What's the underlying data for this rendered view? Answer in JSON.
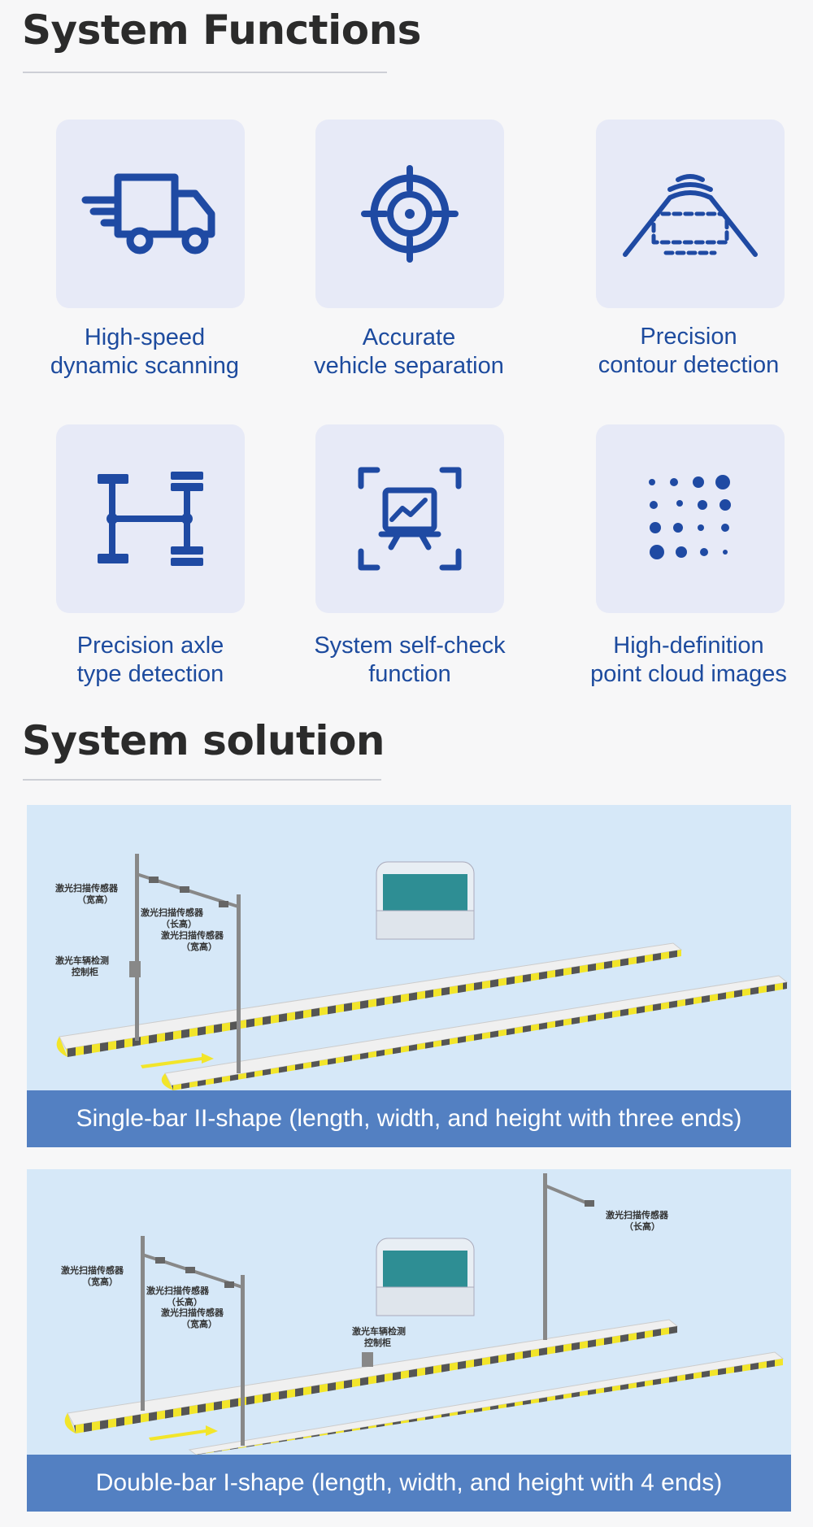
{
  "functions": {
    "title": "System Functions",
    "items": [
      {
        "icon": "truck-icon",
        "line1": "High-speed",
        "line2": "dynamic scanning"
      },
      {
        "icon": "crosshair-icon",
        "line1": "Accurate",
        "line2": "vehicle separation"
      },
      {
        "icon": "contour-scan-icon",
        "line1": "Precision",
        "line2": "contour detection"
      },
      {
        "icon": "axle-icon",
        "line1": "Precision axle",
        "line2": "type detection"
      },
      {
        "icon": "self-check-icon",
        "line1": "System self-check",
        "line2": "function"
      },
      {
        "icon": "point-cloud-icon",
        "line1": "High-definition",
        "line2": "point cloud images"
      }
    ]
  },
  "solution": {
    "title": "System solution",
    "items": [
      {
        "caption": "Single-bar II-shape (length, width, and height with three ends)",
        "labels": {
          "sensor_wh": "激光扫描传感器",
          "sensor_wh_sub": "（宽高）",
          "sensor_lh": "激光扫描传感器",
          "sensor_lh_sub": "（长高）",
          "sensor_wh2": "激光扫描传感器",
          "sensor_wh2_sub": "（宽高）",
          "cabinet": "激光车辆检测",
          "cabinet_sub": "控制柜"
        }
      },
      {
        "caption": "Double-bar I-shape (length, width, and height with 4 ends)",
        "labels": {
          "sensor_wh": "激光扫描传感器",
          "sensor_wh_sub": "（宽高）",
          "sensor_lh": "激光扫描传感器",
          "sensor_lh_sub": "（长高）",
          "sensor_wh2": "激光扫描传感器",
          "sensor_wh2_sub": "（宽高）",
          "cabinet": "激光车辆检测",
          "cabinet_sub": "控制柜",
          "sensor_far": "激光扫描传感器",
          "sensor_far_sub": "（长高）"
        }
      }
    ]
  },
  "colors": {
    "icon_blue": "#1f4aa3",
    "tile_bg": "#e7eaf7",
    "caption_bg": "#5380c2",
    "scene_bg": "#d6e8f8"
  }
}
